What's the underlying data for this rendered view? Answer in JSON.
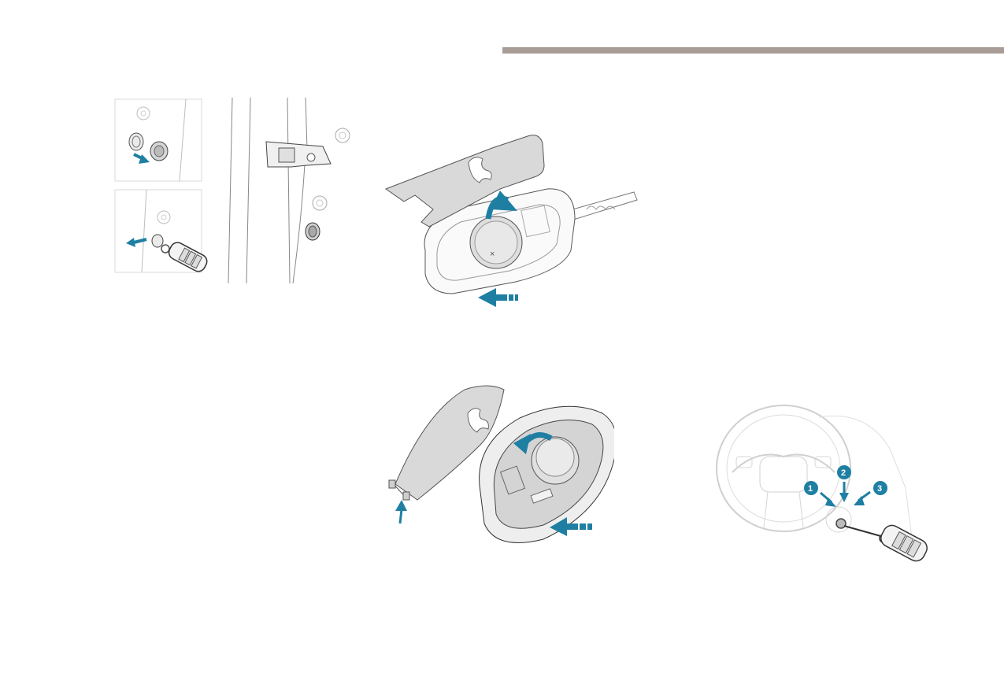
{
  "page": {
    "accent_color": "#1f7fa3",
    "header_rule_color": "#a89d96"
  },
  "figures": [
    {
      "id": "door-lock-emergency",
      "icons": [
        "door-lock-cap",
        "key-fob"
      ]
    },
    {
      "id": "remote-battery-folding-key",
      "icons": [
        "battery",
        "brand-lion-logo"
      ]
    },
    {
      "id": "remote-battery-smart-key",
      "icons": [
        "battery",
        "brand-lion-logo"
      ]
    },
    {
      "id": "steering-column-backup-slot",
      "icons": [
        "steering-wheel",
        "key-fob"
      ]
    }
  ],
  "steering_markers": {
    "m1": "1",
    "m2": "2",
    "m3": "3"
  }
}
